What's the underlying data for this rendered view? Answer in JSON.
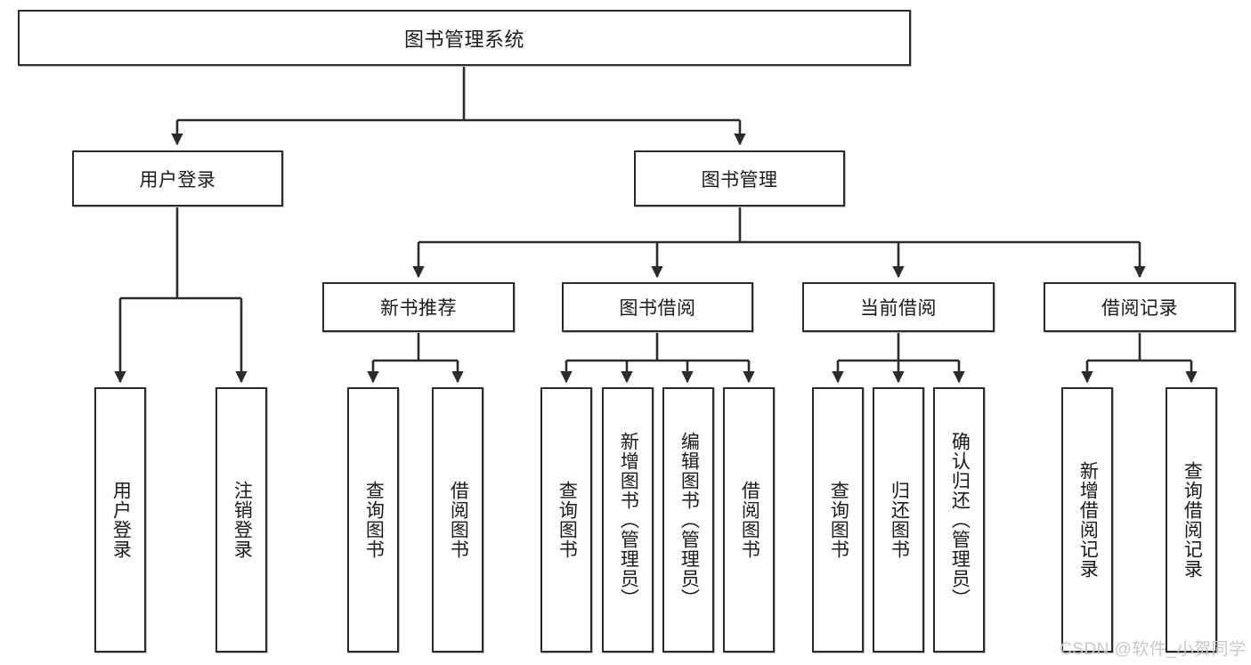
{
  "diagram": {
    "title": "图书管理系统",
    "type": "tree",
    "watermark": "CSDN @软件_小贺同学",
    "style": {
      "border_color": "#2b2b2b",
      "node_fill": "#ffffff",
      "edge_color": "#2b2b2b",
      "text_color": "#1a1a1a",
      "watermark_color": "#c8c8c8"
    },
    "nodes": {
      "root": {
        "label": "图书管理系统",
        "level": 1
      },
      "level2": [
        {
          "id": "user-login",
          "label": "用户登录"
        },
        {
          "id": "book-manage",
          "label": "图书管理"
        }
      ],
      "level3": [
        {
          "id": "new-book-recommend",
          "label": "新书推荐",
          "parent": "book-manage"
        },
        {
          "id": "book-borrow",
          "label": "图书借阅",
          "parent": "book-manage"
        },
        {
          "id": "current-borrow",
          "label": "当前借阅",
          "parent": "book-manage"
        },
        {
          "id": "borrow-record",
          "label": "借阅记录",
          "parent": "book-manage"
        }
      ],
      "leaves": [
        {
          "id": "leaf-user-login",
          "label": "用户登录",
          "parent": "user-login"
        },
        {
          "id": "leaf-logout-login",
          "label": "注销登录",
          "parent": "user-login"
        },
        {
          "id": "leaf-query-book-1",
          "label": "查询图书",
          "parent": "new-book-recommend"
        },
        {
          "id": "leaf-borrow-book-1",
          "label": "借阅图书",
          "parent": "new-book-recommend"
        },
        {
          "id": "leaf-query-book-2",
          "label": "查询图书",
          "parent": "book-borrow"
        },
        {
          "id": "leaf-add-book",
          "label": "新增图书（管理员）",
          "parent": "book-borrow"
        },
        {
          "id": "leaf-edit-book",
          "label": "编辑图书（管理员）",
          "parent": "book-borrow"
        },
        {
          "id": "leaf-borrow-book-2",
          "label": "借阅图书",
          "parent": "book-borrow"
        },
        {
          "id": "leaf-query-book-3",
          "label": "查询图书",
          "parent": "current-borrow"
        },
        {
          "id": "leaf-return-book",
          "label": "归还图书",
          "parent": "current-borrow"
        },
        {
          "id": "leaf-confirm-return",
          "label": "确认归还（管理员）",
          "parent": "current-borrow"
        },
        {
          "id": "leaf-add-record",
          "label": "新增借阅记录",
          "parent": "borrow-record"
        },
        {
          "id": "leaf-query-record",
          "label": "查询借阅记录",
          "parent": "borrow-record"
        }
      ]
    }
  }
}
